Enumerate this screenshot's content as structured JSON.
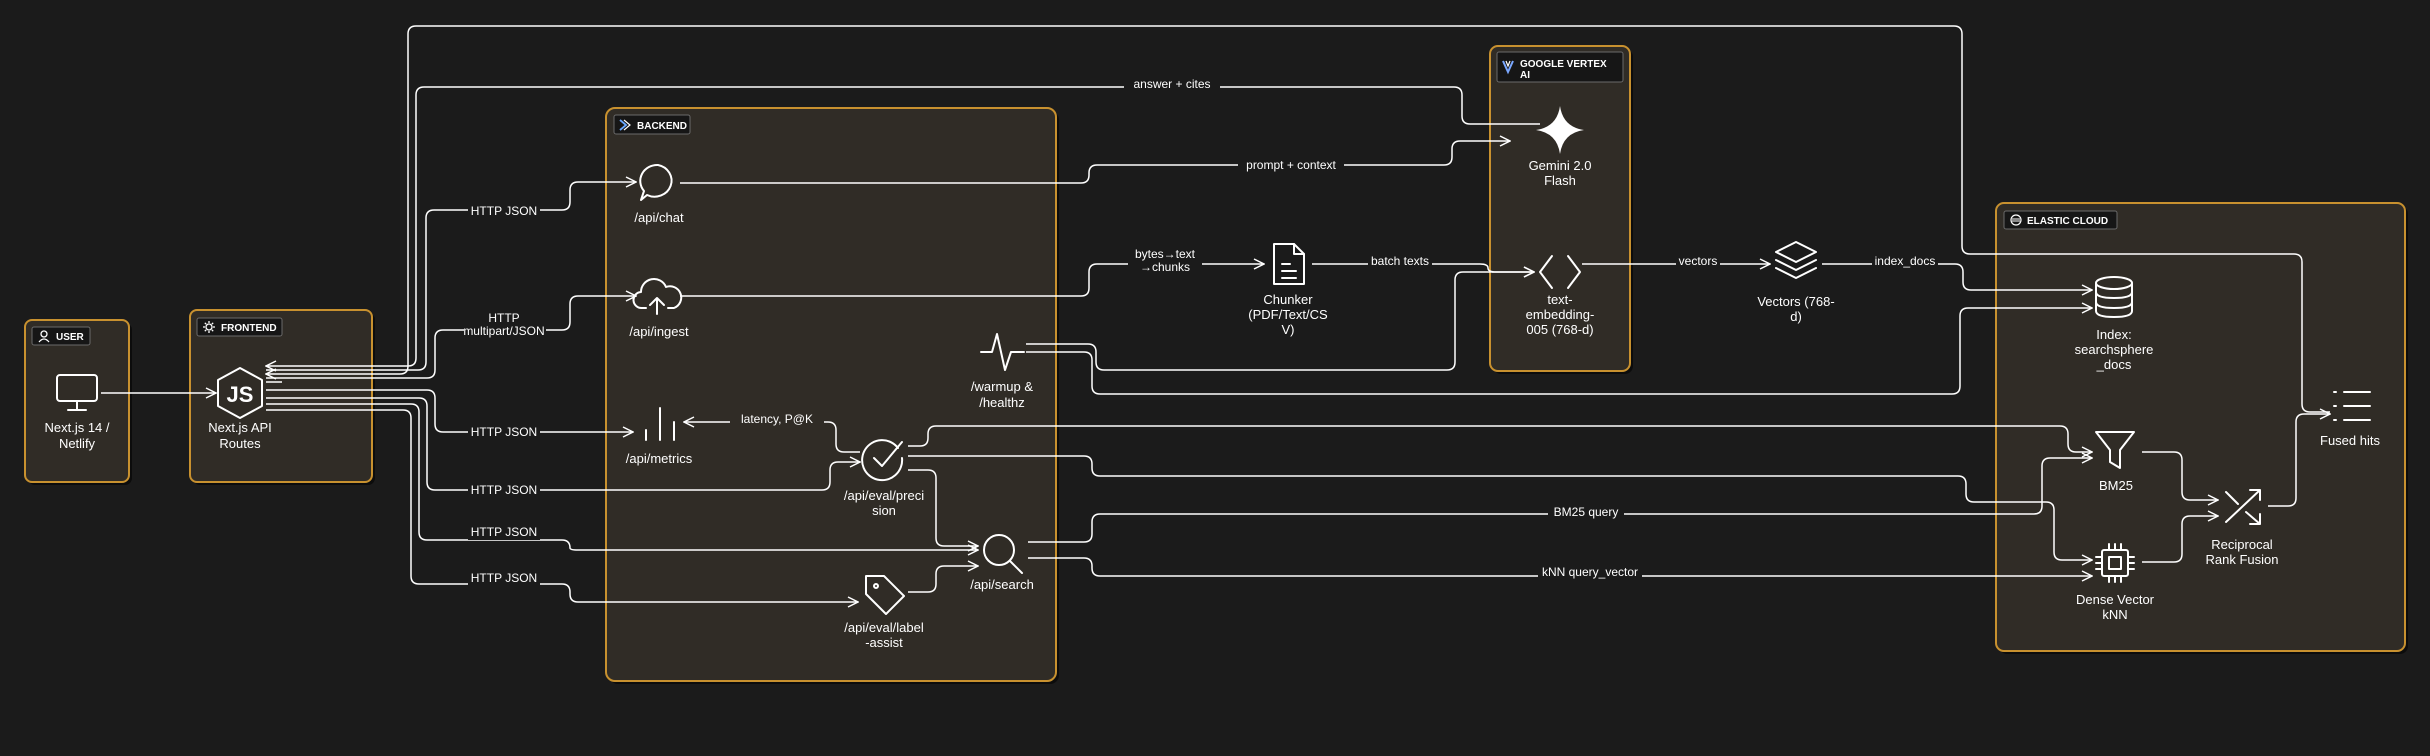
{
  "groups": {
    "user": "USER",
    "frontend": "FRONTEND",
    "backend": "BACKEND",
    "vertex": [
      "GOOGLE VERTEX",
      "AI"
    ],
    "elastic": "ELASTIC CLOUD"
  },
  "nodes": {
    "nextjs_netlify": [
      "Next.js 14 /",
      "Netlify"
    ],
    "api_routes": [
      "Next.js API",
      "Routes"
    ],
    "chat": [
      "/api/chat"
    ],
    "ingest": [
      "/api/ingest"
    ],
    "metrics": [
      "/api/metrics"
    ],
    "precision": [
      "/api/eval/preci",
      "sion"
    ],
    "search": [
      "/api/search"
    ],
    "label_assist": [
      "/api/eval/label",
      "-assist"
    ],
    "warmup": [
      "/warmup &",
      "/healthz"
    ],
    "chunker": [
      "Chunker",
      "(PDF/Text/CS",
      "V)"
    ],
    "gemini": [
      "Gemini 2.0",
      "Flash"
    ],
    "embedding": [
      "text-",
      "embedding-",
      "005 (768-d)"
    ],
    "vectors": [
      "Vectors (768-",
      "d)"
    ],
    "index": [
      "Index:",
      "searchsphere",
      "_docs"
    ],
    "bm25": [
      "BM25"
    ],
    "dense": [
      "Dense Vector",
      "kNN"
    ],
    "rrf": [
      "Reciprocal",
      "Rank Fusion"
    ],
    "fused": [
      "Fused hits"
    ]
  },
  "edges": {
    "answer_cites": "answer + cites",
    "prompt_context": "prompt + context",
    "http_json_chat": "HTTP JSON",
    "http_multipart": [
      "HTTP",
      "multipart/JSON"
    ],
    "http_json_metrics": "HTTP JSON",
    "http_json_precision": "HTTP JSON",
    "http_json_search": "HTTP JSON",
    "http_json_label": "HTTP JSON",
    "bytes_text": [
      "bytes→text",
      "→chunks"
    ],
    "batch_texts": "batch texts",
    "vectors": "vectors",
    "index_docs": "index_docs",
    "latency": "latency, P@K",
    "bm25_query": "BM25 query",
    "knn_query": "kNN query_vector"
  },
  "icons": {
    "user": "user-icon",
    "frontend": "gear-icon",
    "backend": "chevron-icon",
    "vertex": "vertex-logo-icon",
    "elastic": "elastic-logo-icon",
    "monitor": "monitor-icon",
    "nodejs": "nodejs-hexagon-icon",
    "chat": "chat-bubble-icon",
    "ingest": "cloud-upload-icon",
    "metrics": "bar-chart-icon",
    "precision": "check-circle-icon",
    "search": "magnifier-icon",
    "label": "tag-icon",
    "warmup": "pulse-icon",
    "chunker": "document-icon",
    "gemini": "sparkle-icon",
    "embedding": "code-brackets-icon",
    "vectors": "layers-icon",
    "index": "database-icon",
    "bm25": "funnel-icon",
    "dense": "cpu-chip-icon",
    "rrf": "shuffle-icon",
    "fused": "list-icon"
  },
  "colors": {
    "background": "#1b1b1b",
    "group_fill": "#302c26",
    "group_border": "#c8912f",
    "line": "#ffffff"
  }
}
